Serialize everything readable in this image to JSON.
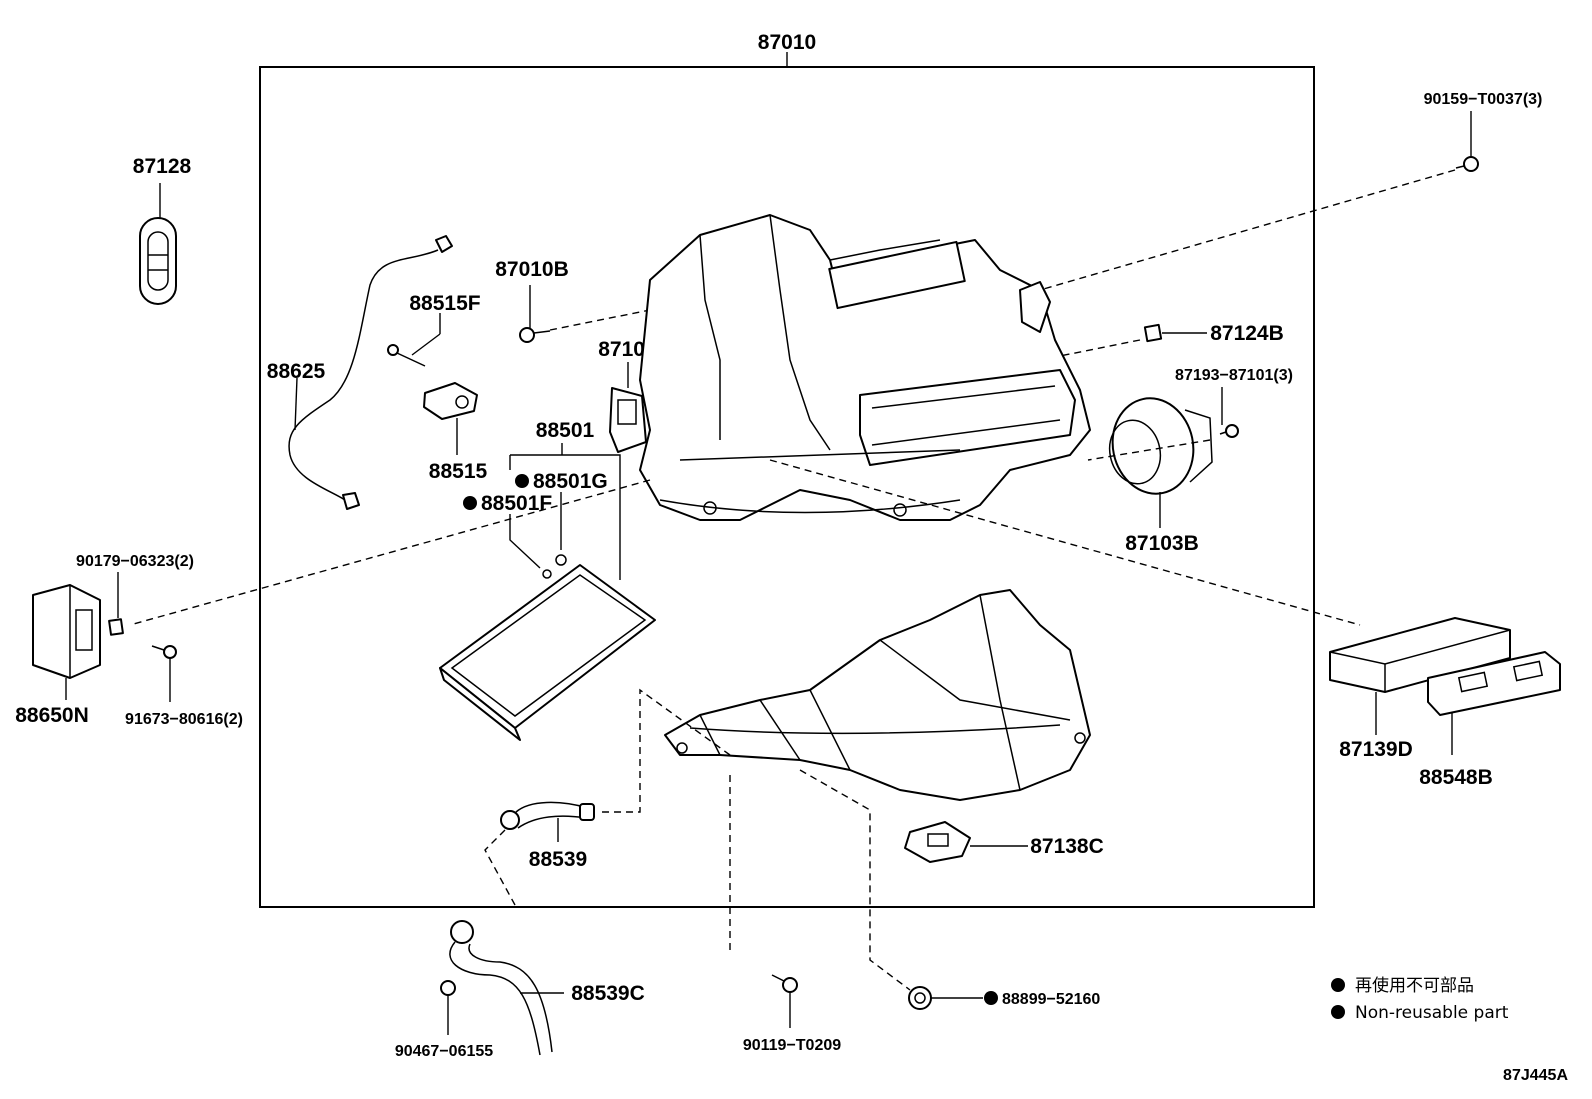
{
  "parts": {
    "p87010": "87010",
    "p87128": "87128",
    "p88625": "88625",
    "p88515F": "88515F",
    "p88515": "88515",
    "p87010B": "87010B",
    "p87106N": "87106N",
    "p88501": "88501",
    "p88501G": "88501G",
    "p88501F": "88501F",
    "p90159": "90159−T0037(3)",
    "p87124B": "87124B",
    "p87193": "87193−87101(3)",
    "p87103B": "87103B",
    "p90179": "90179−06323(2)",
    "p88650N": "88650N",
    "p91673": "91673−80616(2)",
    "p87139D": "87139D",
    "p88548B": "88548B",
    "p88539": "88539",
    "p87138C": "87138C",
    "p88539C": "88539C",
    "p90467": "90467−06155",
    "p90119": "90119−T0209",
    "p88899": "88899−52160"
  },
  "legend": {
    "line_jp": "再使用不可部品",
    "line_en": "Non-reusable part"
  },
  "diagram_code": "87J445A"
}
